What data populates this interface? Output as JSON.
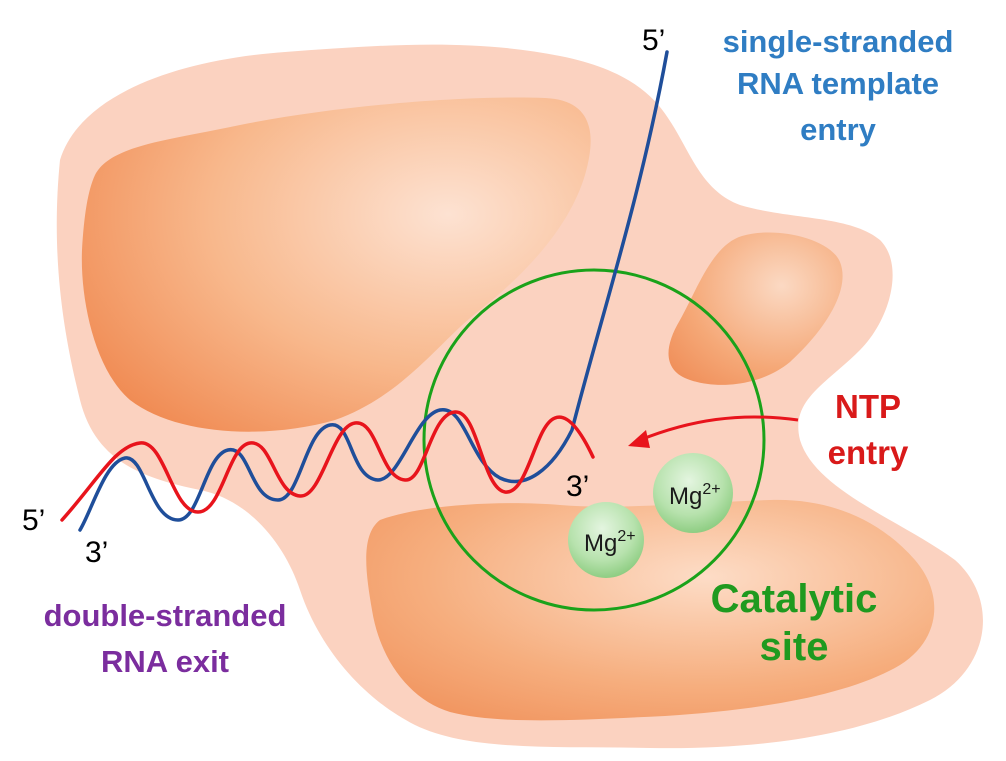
{
  "labels": {
    "strand_5prime_top": "5’",
    "template_entry_line1": "single-stranded",
    "template_entry_line2": "RNA template",
    "template_entry_line3": "entry",
    "ntp_entry_line1": "NTP",
    "ntp_entry_line2": "entry",
    "strand_3prime_site": "3’",
    "mg_ion_1_base": "Mg",
    "mg_ion_1_charge": "2+",
    "mg_ion_2_base": "Mg",
    "mg_ion_2_charge": "2+",
    "catalytic_line1": "Catalytic",
    "catalytic_line2": "site",
    "exit_5prime": "5’",
    "exit_3prime": "3’",
    "exit_line1": "double-stranded",
    "exit_line2": "RNA exit"
  },
  "colors": {
    "protein_halo": "#fbd2c0",
    "protein_core": "#f4a06e",
    "template_strand": "#1f4e9a",
    "nascent_strand": "#e8141c",
    "catalytic_circle": "#1aa21a",
    "template_label": "#2f7dc3",
    "ntp_label": "#d91a1a",
    "catalytic_label": "#1f9a1f",
    "exit_label": "#7b2d9e",
    "mg_ion": "#a8dba0"
  },
  "icons": {
    "ntp_arrow": "arrow-left-icon"
  }
}
